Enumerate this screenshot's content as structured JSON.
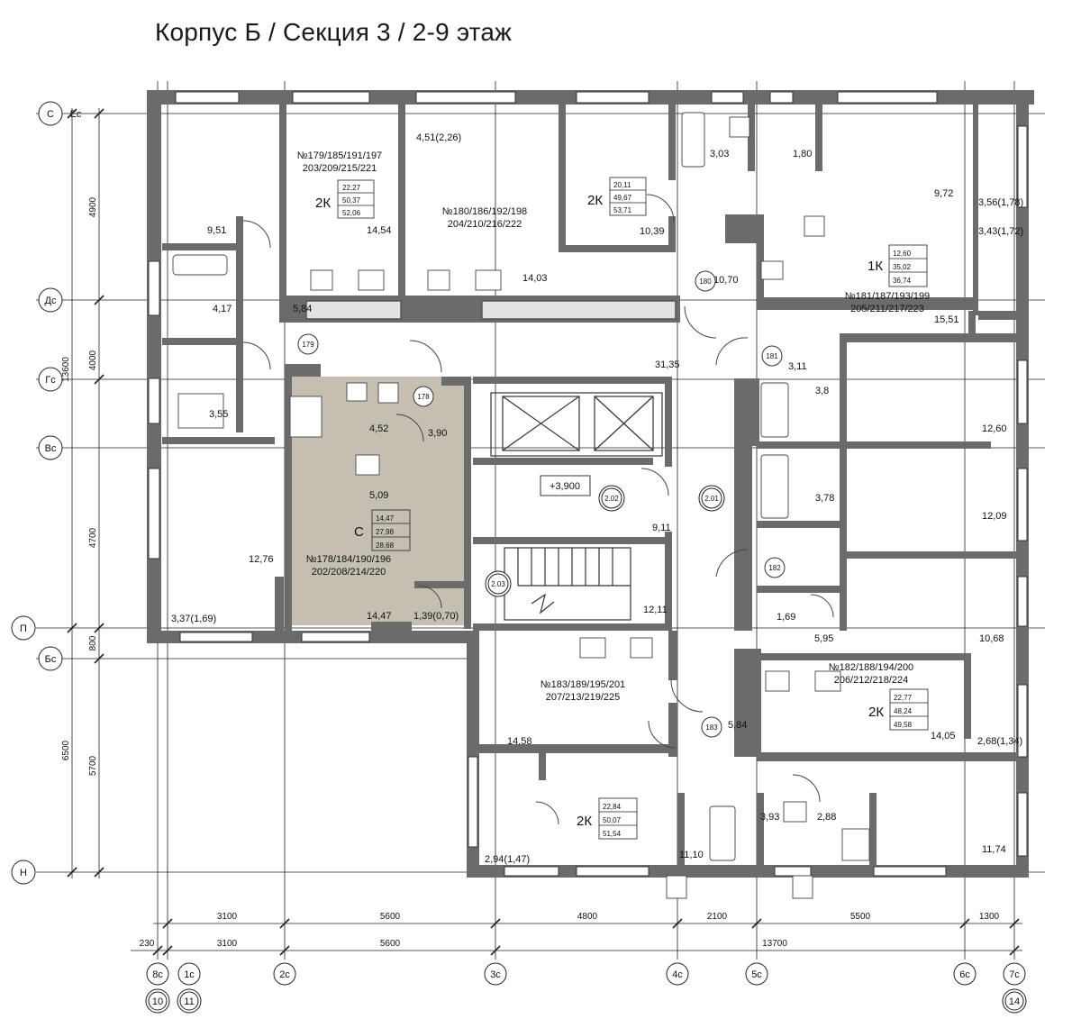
{
  "title": "Корпус Б / Секция 3 / 2-9 этаж",
  "colors": {
    "wall": "#6b6b6b",
    "highlight": "#c4bfb0",
    "line": "#222222",
    "background": "#ffffff"
  },
  "axes": {
    "left": [
      "Ес",
      "С",
      "Дс",
      "Гс",
      "Вс",
      "П",
      "Бс",
      "Н"
    ],
    "bottom": [
      "8с",
      "1с",
      "2с",
      "3с",
      "4с",
      "5с",
      "6с",
      "7с"
    ],
    "bottom_circles": [
      "10",
      "11",
      "14"
    ]
  },
  "dimensions": {
    "left_outer": [
      "13600",
      "6500"
    ],
    "left_inner": [
      "4900",
      "4000",
      "4700",
      "800",
      "5700"
    ],
    "bottom_row1": [
      "3100",
      "5600",
      "4800",
      "2100",
      "5500",
      "1300"
    ],
    "bottom_row2": [
      "230",
      "3100",
      "5600",
      "13700"
    ]
  },
  "apartments": [
    {
      "numbers_1": "№179/185/191/197",
      "numbers_2": "203/209/215/221",
      "type": "2К",
      "areas": [
        "22,27",
        "50,37",
        "52,06"
      ]
    },
    {
      "numbers_1": "№180/186/192/198",
      "numbers_2": "204/210/216/222"
    },
    {
      "type": "2К",
      "areas": [
        "20,11",
        "49,67",
        "53,71"
      ]
    },
    {
      "numbers_1": "№181/187/193/199",
      "numbers_2": "205/211/217/223",
      "type": "1К",
      "areas": [
        "12,60",
        "35,02",
        "36,74"
      ]
    },
    {
      "numbers_1": "№178/184/190/196",
      "numbers_2": "202/208/214/220",
      "type": "С",
      "areas": [
        "14,47",
        "27,98",
        "28,68"
      ]
    },
    {
      "numbers_1": "№183/189/195/201",
      "numbers_2": "207/213/219/225",
      "type": "2К",
      "areas": [
        "22,84",
        "50,07",
        "51,54"
      ]
    },
    {
      "numbers_1": "№182/188/194/200",
      "numbers_2": "206/212/218/224",
      "type": "2К",
      "areas": [
        "22,77",
        "48,24",
        "49,58"
      ]
    }
  ],
  "rooms": [
    "9,51",
    "4,17",
    "5,84",
    "3,55",
    "12,76",
    "3,37(1,69)",
    "14,54",
    "4,51(2,26)",
    "14,03",
    "3,03",
    "1,80",
    "10,39",
    "10,70",
    "9,72",
    "3,56(1,78)",
    "3,43(1,72)",
    "15,51",
    "31,35",
    "3,11",
    "3,8",
    "12,60",
    "3,78",
    "12,09",
    "4,52",
    "3,90",
    "5,09",
    "14,47",
    "1,39(0,70)",
    "9,11",
    "12,11",
    "1,69",
    "5,95",
    "10,68",
    "14,58",
    "5,84",
    "14,05",
    "2,68(1,34)",
    "3,93",
    "2,88",
    "11,10",
    "11,74",
    "2,94(1,47)"
  ],
  "markers": [
    "179",
    "180",
    "178",
    "181",
    "2.02",
    "2.01",
    "182",
    "2.03",
    "183"
  ],
  "level": "+3,900"
}
